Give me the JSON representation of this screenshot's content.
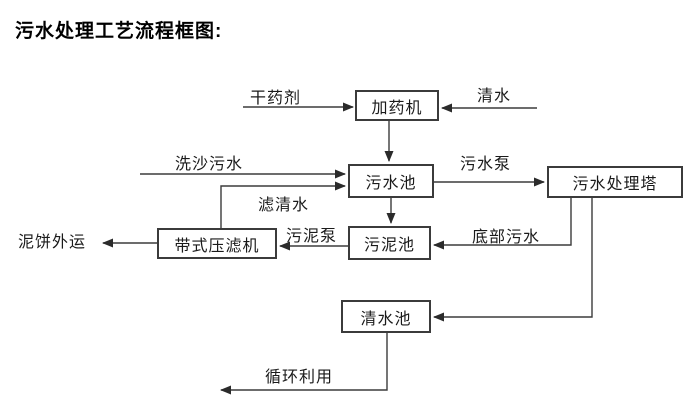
{
  "title": "污水处理工艺流程框图:",
  "colors": {
    "background": "#ffffff",
    "line": "#3b3b3b",
    "text": "#1a1a1a"
  },
  "diagram": {
    "nodes": [
      {
        "id": "dosing-machine",
        "label": "加药机"
      },
      {
        "id": "sewage-pool",
        "label": "污水池"
      },
      {
        "id": "treatment-tower",
        "label": "污水处理塔"
      },
      {
        "id": "sludge-pool",
        "label": "污泥池"
      },
      {
        "id": "belt-filter-press",
        "label": "带式压滤机"
      },
      {
        "id": "clear-water-pool",
        "label": "清水池"
      }
    ],
    "flow_labels": [
      {
        "id": "dry-chemical",
        "label": "干药剂"
      },
      {
        "id": "clear-water",
        "label": "清水"
      },
      {
        "id": "sand-washing-sewage",
        "label": "洗沙污水"
      },
      {
        "id": "sewage-pump",
        "label": "污水泵"
      },
      {
        "id": "filtered-water",
        "label": "滤清水"
      },
      {
        "id": "sludge-pump",
        "label": "污泥泵"
      },
      {
        "id": "bottom-sewage",
        "label": "底部污水"
      },
      {
        "id": "mud-cake-out",
        "label": "泥饼外运"
      },
      {
        "id": "recycling",
        "label": "循环利用"
      }
    ],
    "edges": [
      {
        "from": "干药剂",
        "to": "加药机",
        "label": "干药剂"
      },
      {
        "from": "清水",
        "to": "加药机",
        "label": "清水"
      },
      {
        "from": "加药机",
        "to": "污水池",
        "label": ""
      },
      {
        "from": "洗沙污水",
        "to": "污水池",
        "label": "洗沙污水"
      },
      {
        "from": "带式压滤机",
        "to": "污水池",
        "label": "滤清水"
      },
      {
        "from": "污水池",
        "to": "污水处理塔",
        "label": "污水泵"
      },
      {
        "from": "污水池",
        "to": "污泥池",
        "label": ""
      },
      {
        "from": "污水处理塔",
        "to": "污泥池",
        "label": "底部污水"
      },
      {
        "from": "污泥池",
        "to": "带式压滤机",
        "label": "污泥泵"
      },
      {
        "from": "带式压滤机",
        "to": "外运",
        "label": "泥饼外运"
      },
      {
        "from": "污水处理塔",
        "to": "清水池",
        "label": ""
      },
      {
        "from": "清水池",
        "to": "回用",
        "label": "循环利用"
      }
    ]
  }
}
